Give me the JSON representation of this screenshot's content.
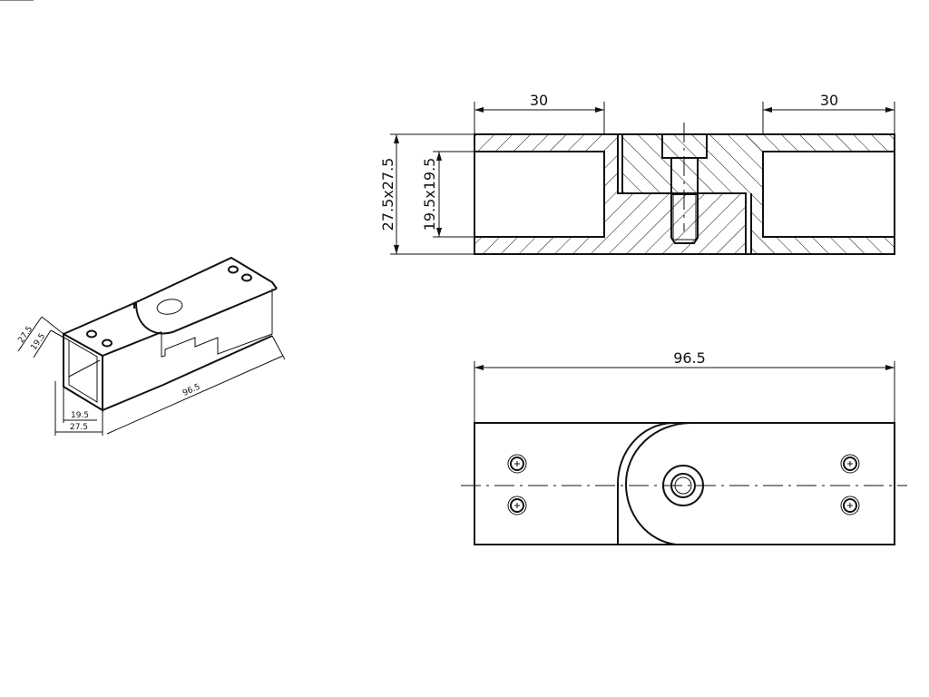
{
  "section_view": {
    "dim_left_length": "30",
    "dim_right_length": "30",
    "dim_outer_section": "27.5x27.5",
    "dim_inner_section": "19.5x19.5"
  },
  "plan_view": {
    "dim_total_length": "96.5"
  },
  "iso_view": {
    "dim_outer_height": "27.5",
    "dim_inner_height": "19.5",
    "dim_inner_width": "19.5",
    "dim_outer_width": "27.5",
    "dim_length": "96.5"
  }
}
